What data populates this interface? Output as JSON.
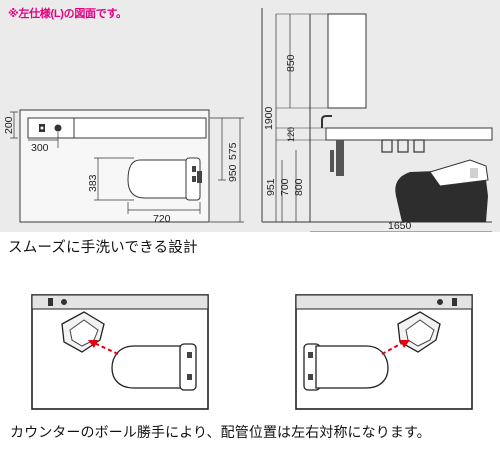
{
  "note": "※左仕様(L)の図面です。",
  "plan_view": {
    "dims": {
      "counter_depth": "200",
      "bowl_offset": "300",
      "toilet_length": "383",
      "toilet_width": "720",
      "depth_575": "575",
      "depth_950": "950"
    }
  },
  "elevation_view": {
    "dims": {
      "total_height": "1900",
      "tank_height": "850",
      "counter_thickness": "120",
      "h_951": "951",
      "h_800": "800",
      "h_700": "700",
      "total_width": "1650"
    }
  },
  "heading": "スムーズに手洗いできる設計",
  "caption": "カウンターのボール勝手により、配管位置は左右対称になります。",
  "colors": {
    "note": "#e4007f",
    "arrow": "#e60012",
    "panel_bg": "#ecebeb",
    "frame": "#3a3a3a"
  },
  "icons": [
    "faucet-icon",
    "toilet-icon",
    "sink-bowl-icon",
    "dashed-arrow-icon"
  ]
}
